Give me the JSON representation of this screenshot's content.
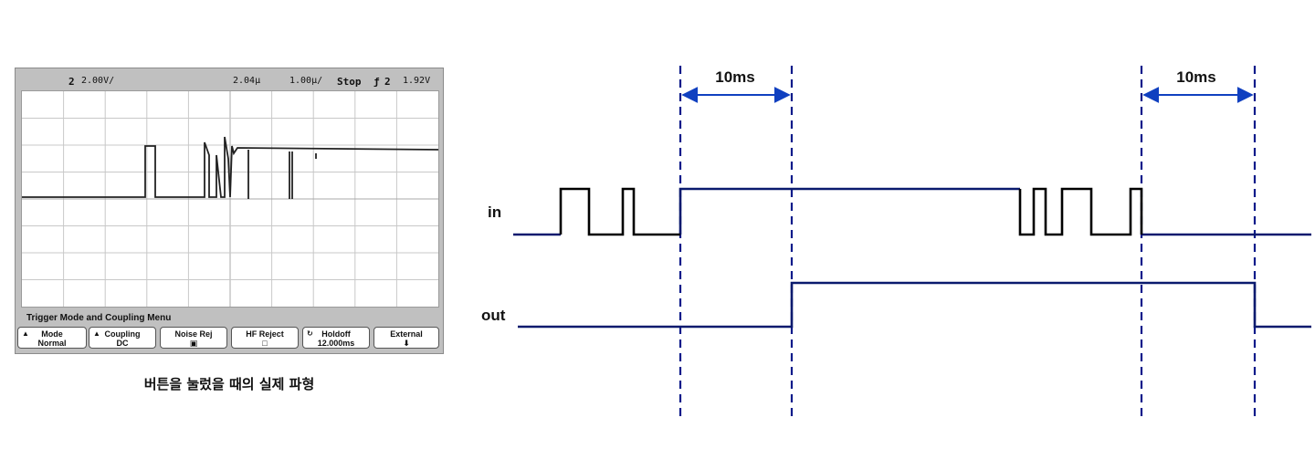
{
  "oscilloscope": {
    "header": {
      "channel": "2",
      "volts_per_div": "2.00V/",
      "time_pos": "2.04µ",
      "time_per_div": "1.00µ/",
      "run_state": "Stop",
      "trig_slope": "ƒ",
      "trig_channel": "2",
      "trig_level": "1.92V"
    },
    "menu_title": "Trigger Mode and Coupling Menu",
    "softkeys": [
      {
        "line1": "Mode",
        "line2": "Normal",
        "glyph": "▲"
      },
      {
        "line1": "Coupling",
        "line2": "DC",
        "glyph": "▲"
      },
      {
        "line1": "Noise Rej",
        "line2": "▣",
        "glyph": ""
      },
      {
        "line1": "HF Reject",
        "line2": "□",
        "glyph": ""
      },
      {
        "line1": "Holdoff",
        "line2": "12.000ms",
        "glyph": "↻"
      },
      {
        "line1": "External",
        "line2": "⬇",
        "glyph": ""
      }
    ]
  },
  "caption": "버튼을 눌렀을 때의 실제 파형",
  "timing_diagram": {
    "signals": [
      "in",
      "out"
    ],
    "intervals": [
      "10ms",
      "10ms"
    ],
    "colors": {
      "signal": "#0a1a6e",
      "bounce": "#000000",
      "marker": "#0a1a8a",
      "arrow": "#1040c0"
    }
  }
}
